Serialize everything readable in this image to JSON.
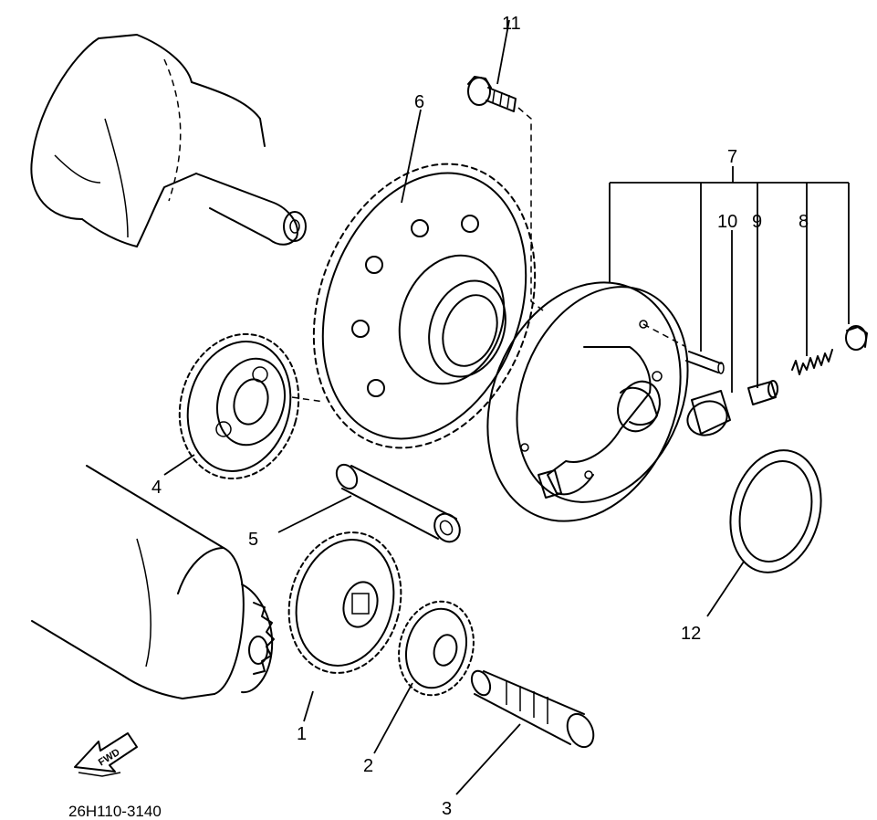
{
  "parts": [
    {
      "id": "part-1",
      "label": "1"
    },
    {
      "id": "part-2",
      "label": "2"
    },
    {
      "id": "part-3",
      "label": "3"
    },
    {
      "id": "part-4",
      "label": "4"
    },
    {
      "id": "part-5",
      "label": "5"
    },
    {
      "id": "part-6",
      "label": "6"
    },
    {
      "id": "part-7",
      "label": "7"
    },
    {
      "id": "part-8",
      "label": "8"
    },
    {
      "id": "part-9",
      "label": "9"
    },
    {
      "id": "part-10",
      "label": "10"
    },
    {
      "id": "part-11",
      "label": "11"
    },
    {
      "id": "part-12",
      "label": "12"
    }
  ],
  "fwd_label": "FWD",
  "diagram_code": "26H110-3140",
  "ink_color": "#000000",
  "background_color": "#ffffff"
}
